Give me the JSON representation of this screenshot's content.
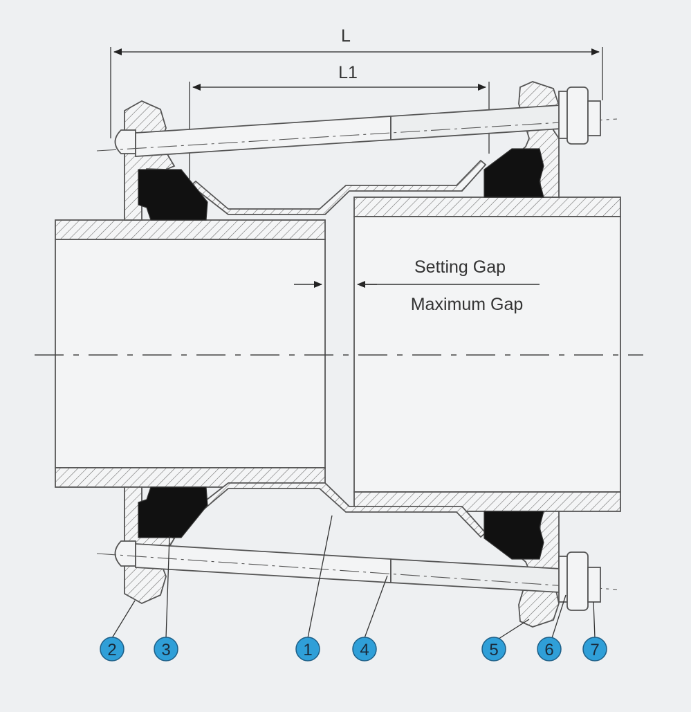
{
  "dimensions": {
    "overall_length": "L",
    "body_length": "L1"
  },
  "gap_labels": {
    "setting": "Setting Gap",
    "maximum": "Maximum Gap"
  },
  "callouts": [
    {
      "id": "1",
      "label": "1"
    },
    {
      "id": "2",
      "label": "2"
    },
    {
      "id": "3",
      "label": "3"
    },
    {
      "id": "4",
      "label": "4"
    },
    {
      "id": "5",
      "label": "5"
    },
    {
      "id": "6",
      "label": "6"
    },
    {
      "id": "7",
      "label": "7"
    }
  ],
  "colors": {
    "background": "#eef0f2",
    "line": "#555555",
    "gasket": "#111111",
    "callout_fill": "#2f9fd8",
    "callout_stroke": "#1d5e86"
  }
}
